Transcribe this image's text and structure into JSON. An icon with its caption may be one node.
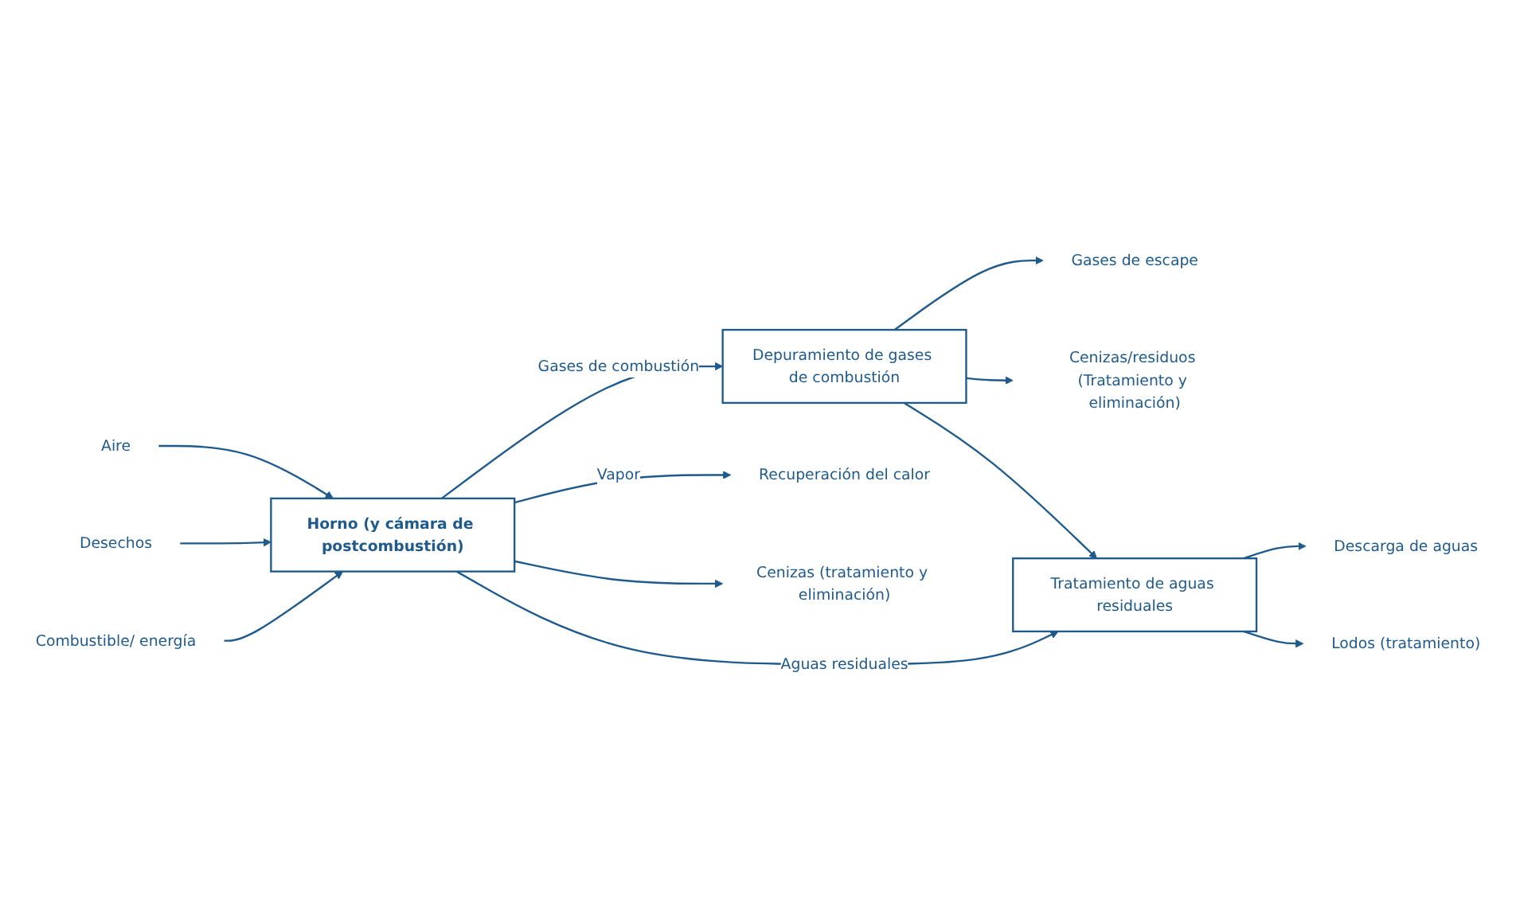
{
  "diagram": {
    "nodes": [
      {
        "text": [
          "Gases de escape"
        ]
      },
      {
        "text": [
          "Depuramiento de gases de combustión"
        ]
      },
      {
        "text": [
          "Cenizas/residuos (Tratamiento y eliminación)"
        ]
      },
      {
        "text": [
          "Horno (y cámara de postcombustión)"
        ]
      },
      {
        "text": [
          "Aire"
        ]
      },
      {
        "text": [
          "Desechos"
        ]
      },
      {
        "text": [
          "Combustible/ energía"
        ]
      },
      {
        "text": [
          "Recuperación del calor"
        ]
      },
      {
        "text": [
          "Cenizas (tratamiento y eliminación)"
        ]
      },
      {
        "text": [
          "Tratamiento de aguas residuales"
        ]
      },
      {
        "text": [
          "Descarga de aguas"
        ]
      },
      {
        "text": [
          "Lodos (tratamiento)"
        ]
      }
    ],
    "edges": [
      {
        "from": 1,
        "to": 0,
        "arrow": "to"
      },
      {
        "from": 1,
        "to": 2,
        "arrow": "to"
      },
      {
        "from": 3,
        "to": 1,
        "arrow": "to",
        "label": "Gases de combustión"
      },
      {
        "from": 4,
        "to": 3,
        "arrow": "to"
      },
      {
        "from": 5,
        "to": 3,
        "arrow": "to"
      },
      {
        "from": 6,
        "to": 3,
        "arrow": "to"
      },
      {
        "from": 3,
        "to": 7,
        "arrow": "to",
        "label": "Vapor"
      },
      {
        "from": 3,
        "to": 8,
        "arrow": "to"
      },
      {
        "from": 3,
        "to": 9,
        "arrow": "to",
        "label": "Aguas residuales"
      },
      {
        "from": 1,
        "to": 9,
        "arrow": "to"
      },
      {
        "from": 9,
        "to": 10,
        "arrow": "to"
      },
      {
        "from": 9,
        "to": 11,
        "arrow": "to"
      }
    ]
  }
}
